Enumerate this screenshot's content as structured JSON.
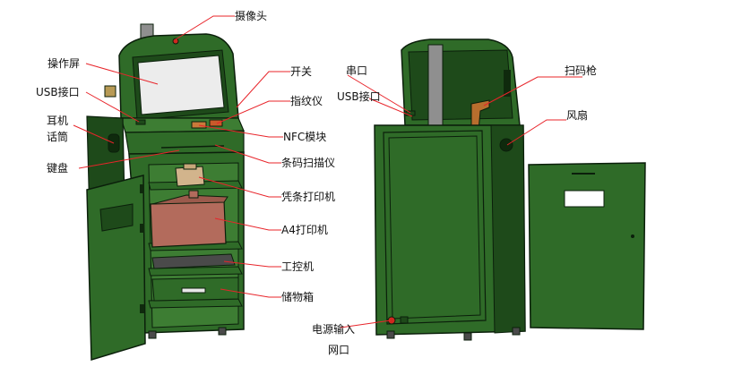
{
  "colors": {
    "body": "#2f6b28",
    "body_dark": "#1e4a1a",
    "body_light": "#3d7d33",
    "outline": "#0b1f0b",
    "screen": "#ececec",
    "printer_a4": "#b36b5c",
    "thermal_printer": "#d2b48c",
    "ipc": "#4a4a4a",
    "pipe": "#8f8f8f",
    "scanner_gun": "#b86e2e",
    "leader": "#e8242a",
    "text": "#111111"
  },
  "labels": {
    "camera": "摄像头",
    "screen": "操作屏",
    "switch": "开关",
    "usb_front": "USB接口",
    "fingerprint": "指纹仪",
    "earphone": "耳机\n话筒",
    "nfc": "NFC模块",
    "keyboard": "键盘",
    "barcode_scanner": "条码扫描仪",
    "receipt_printer": "凭条打印机",
    "a4_printer": "A4打印机",
    "ipc": "工控机",
    "storage": "储物箱",
    "serial": "串口",
    "usb_back": "USB接口",
    "scan_gun": "扫码枪",
    "fan": "风扇",
    "power": "电源输入",
    "network": "网口"
  }
}
